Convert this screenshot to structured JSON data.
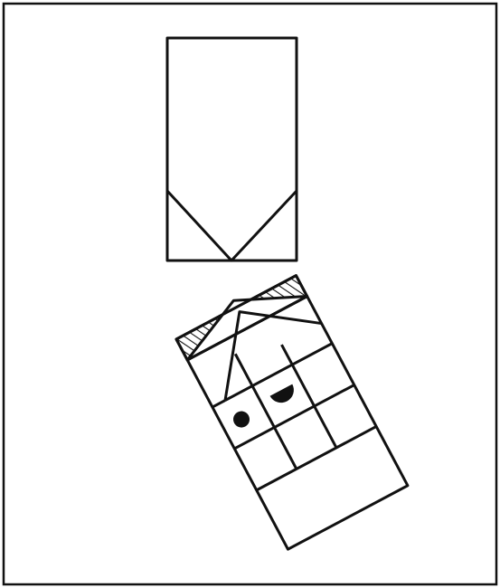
{
  "figure": {
    "background": "#ffffff",
    "ink": "#111111",
    "top_shape": "rectangle-with-v-fold",
    "bottom_shape": "tilted-rectangle-with-grid-and-hatched-top",
    "bottom_grid": {
      "rows": 3,
      "columns": 3
    },
    "marks": [
      "filled-circle",
      "filled-half-circle"
    ]
  }
}
